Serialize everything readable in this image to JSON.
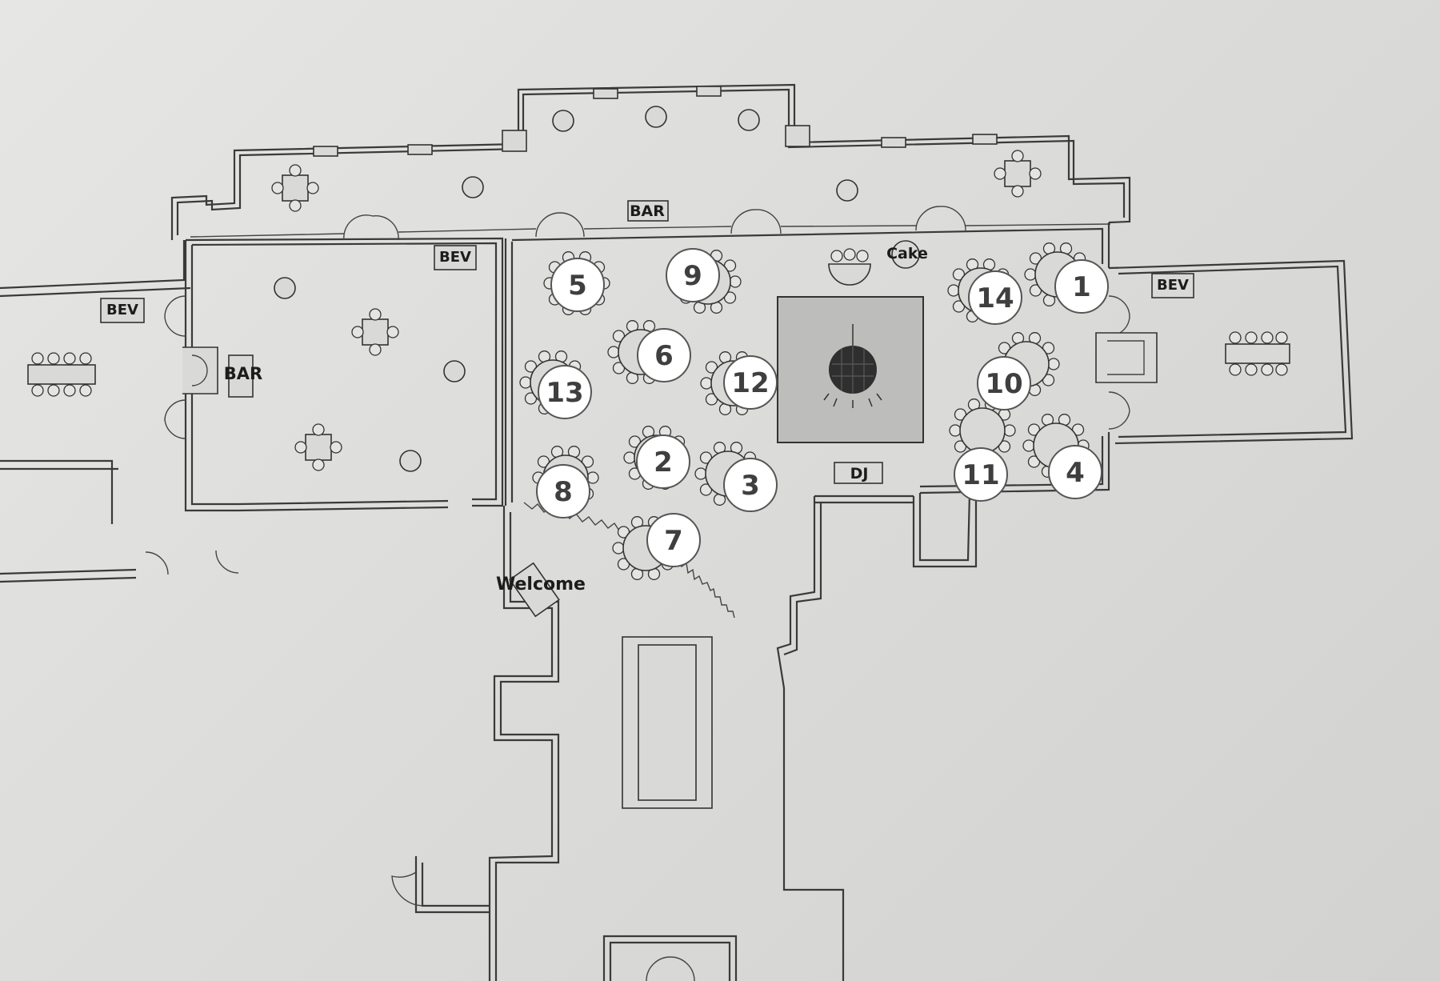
{
  "labels": {
    "bar_top": "BAR",
    "bar_left": "BAR",
    "bev_1": "BEV",
    "bev_2": "BEV",
    "bev_3": "BEV",
    "cake": "Cake",
    "dj": "DJ",
    "welcome": "Welcome"
  },
  "tables": [
    {
      "number": "1"
    },
    {
      "number": "2"
    },
    {
      "number": "3"
    },
    {
      "number": "4"
    },
    {
      "number": "5"
    },
    {
      "number": "6"
    },
    {
      "number": "7"
    },
    {
      "number": "8"
    },
    {
      "number": "9"
    },
    {
      "number": "10"
    },
    {
      "number": "11"
    },
    {
      "number": "12"
    },
    {
      "number": "13"
    },
    {
      "number": "14"
    }
  ],
  "icons": {
    "dance_floor": "disco-ball-icon"
  }
}
